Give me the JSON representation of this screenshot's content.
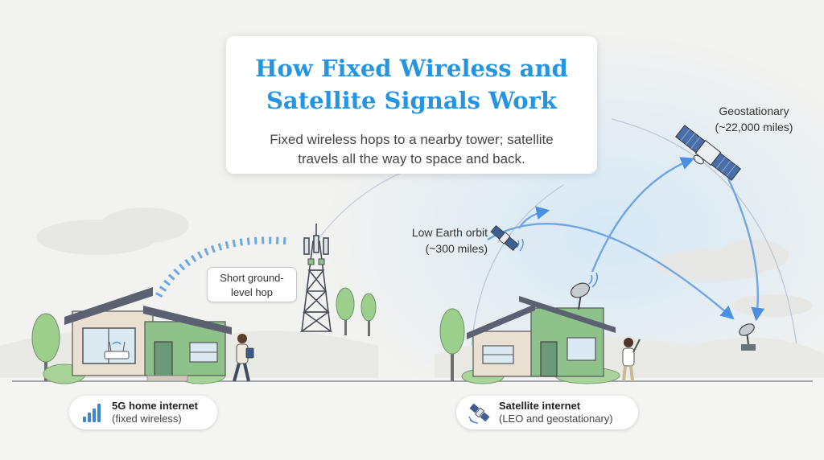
{
  "title": {
    "line1": "How Fixed Wireless and",
    "line2": "Satellite Signals Work"
  },
  "subtitle": {
    "line1": "Fixed wireless hops to a nearby tower; satellite",
    "line2": "travels all the way to space and back."
  },
  "labels": {
    "geo": {
      "line1": "Geostationary",
      "line2": "(~22,000 miles)"
    },
    "leo": {
      "line1": "Low Earth orbit",
      "line2": "(~300 miles)"
    },
    "hop": {
      "line1": "Short ground-",
      "line2": "level hop"
    }
  },
  "legend": {
    "fixed": {
      "title": "5G home internet",
      "sub": "(fixed wireless)",
      "icon": "signal-bars-icon"
    },
    "satellite": {
      "title": "Satellite internet",
      "sub": "(LEO and geostationary)",
      "icon": "satellite-icon"
    }
  },
  "colors": {
    "title": "#2494e3",
    "signal": "#4a90e2",
    "house_green": "#8fc28a",
    "house_beige": "#eae0d2",
    "roof": "#5b6170",
    "tree": "#9ccf8c",
    "sky_glow": "#d6e8f6"
  }
}
